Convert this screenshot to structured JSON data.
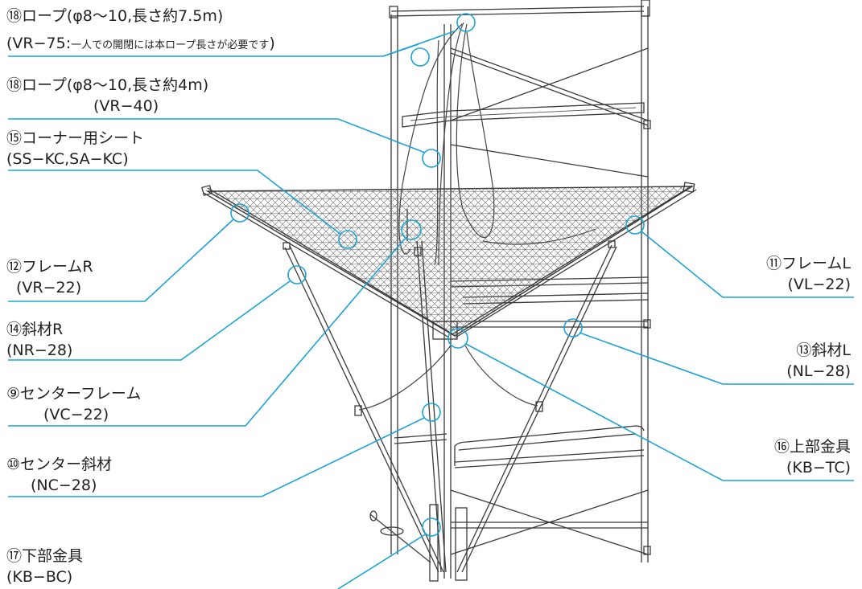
{
  "labels": {
    "rope_long": {
      "line1": "⑱ロープ(φ8〜10,長さ約7.5m)",
      "line2_a": "(VR−75:",
      "line2_b": "一人での開閉には本ロープ長さが必要です",
      "line2_c": ")"
    },
    "rope_short": {
      "line1": "⑱ロープ(φ8〜10,長さ約4m)",
      "line2": "(VR−40)"
    },
    "corner_sheet": {
      "line1": "⑮コーナー用シート",
      "line2": "(SS−KC,SA−KC)"
    },
    "frame_r": {
      "line1": "⑫フレームR",
      "line2": "(VR−22)"
    },
    "diagonal_r": {
      "line1": "⑭斜材R",
      "line2": "(NR−28)"
    },
    "center_frame": {
      "line1": "⑨センターフレーム",
      "line2": "(VC−22)"
    },
    "center_diagonal": {
      "line1": "⑩センター斜材",
      "line2": "(NC−28)"
    },
    "lower_bracket": {
      "line1": "⑰下部金具",
      "line2": "(KB−BC)"
    },
    "frame_l": {
      "line1": "⑪フレームL",
      "line2": "(VL−22)"
    },
    "diagonal_l": {
      "line1": "⑬斜材L",
      "line2": "(NL−28)"
    },
    "upper_bracket": {
      "line1": "⑯上部金具",
      "line2": "(KB−TC)"
    }
  },
  "colors": {
    "callout": "#1ba3d6",
    "text": "#231f20",
    "line_art": "#3a3a3a"
  }
}
